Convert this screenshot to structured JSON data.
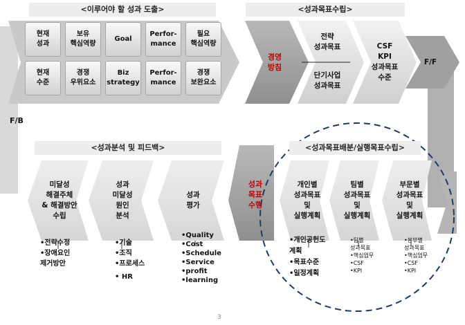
{
  "headers": {
    "top_left": "<이루어야 할 성과 도출>",
    "top_right": "<성과목표수립>",
    "bottom_left": "<성과분석 및 피드백>",
    "bottom_right": "<성과목표배분/실행목표수립>"
  },
  "grid_cells": [
    [
      "현재\n성과",
      "보유\n핵심역량",
      "Goal",
      "Perfor-\nmance",
      "필요\n핵심역량"
    ],
    [
      "현재\n수준",
      "경쟁\n우위요소",
      "Biz\nstrategy",
      "Perfor-\nmance",
      "경쟁\n보완요소"
    ]
  ],
  "top_flow": {
    "management_policy": "경영\n방침",
    "strategy_goal": "전략\n성과목표",
    "unit_goal": "단기사업\n성과목표",
    "csf_kpi": "CSF\nKPI\n성과목표\n수준",
    "ff_label": "F/F"
  },
  "fb_label": "F/B",
  "bottom_flow": {
    "unmet": "미달성\n해결주체\n& 해결방안\n수립",
    "cause": "성과\n미달성\n원인\n분석",
    "evaluation": "성과\n평가",
    "goal_exec": "성과\n목표\n수행",
    "individual": "개인별\n성과목표\n및\n실행계획",
    "team": "팀별\n성과목표\n및\n실행계획",
    "department": "부문별\n성과목표\n및\n실행계획"
  },
  "bullet_lists": {
    "unmet": [
      "•전략수정",
      "•장애요인\n제거방안"
    ],
    "cause": [
      "•기술",
      "•조직",
      "•프로세스",
      "• HR"
    ],
    "evaluation": [
      "•Quality",
      "•Cost",
      "•Schedule",
      "•Service",
      "•profit",
      "•learning"
    ],
    "individual": [
      "•개인공헌도\n계획",
      "•목표수준",
      "•일정계획"
    ],
    "team": [
      "•팀별\n성과목표",
      "•핵심업무",
      "•CSF",
      "•KPI"
    ],
    "department": [
      "•본부별\n성과목표",
      "•핵심업무",
      "•CSF",
      "•KPI"
    ]
  },
  "page_number": "3",
  "colors": {
    "chevron_light": "#e2e2e2",
    "chevron_dark": "#a9a9a9",
    "accent_red": "#c00000",
    "dashed_circle": "#1f3864"
  }
}
